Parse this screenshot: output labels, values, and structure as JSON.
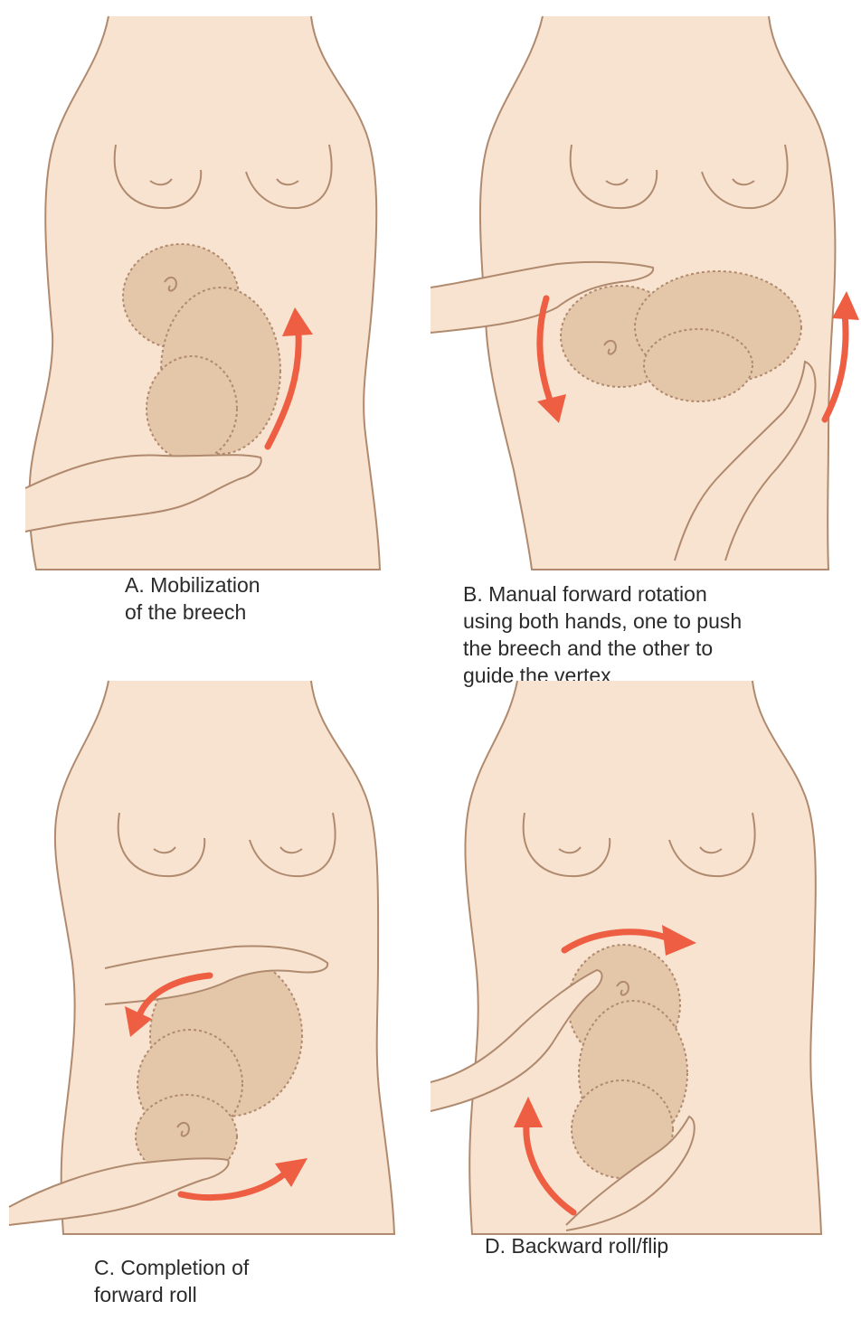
{
  "colors": {
    "skin": "#f8e3d0",
    "skin_outline": "#b08a6e",
    "fetus": "#e4c6a8",
    "fetus_outline": "#b08a6e",
    "arrow": "#ee5e42",
    "text": "#2a2a2a"
  },
  "panels": [
    {
      "id": "A",
      "caption": "A. Mobilization\nof the breech"
    },
    {
      "id": "B",
      "caption": "B. Manual forward rotation\nusing both hands, one to push\nthe breech and the other to\nguide the vertex"
    },
    {
      "id": "C",
      "caption": "C. Completion of\nforward roll"
    },
    {
      "id": "D",
      "caption": "D. Backward roll/flip"
    }
  ]
}
